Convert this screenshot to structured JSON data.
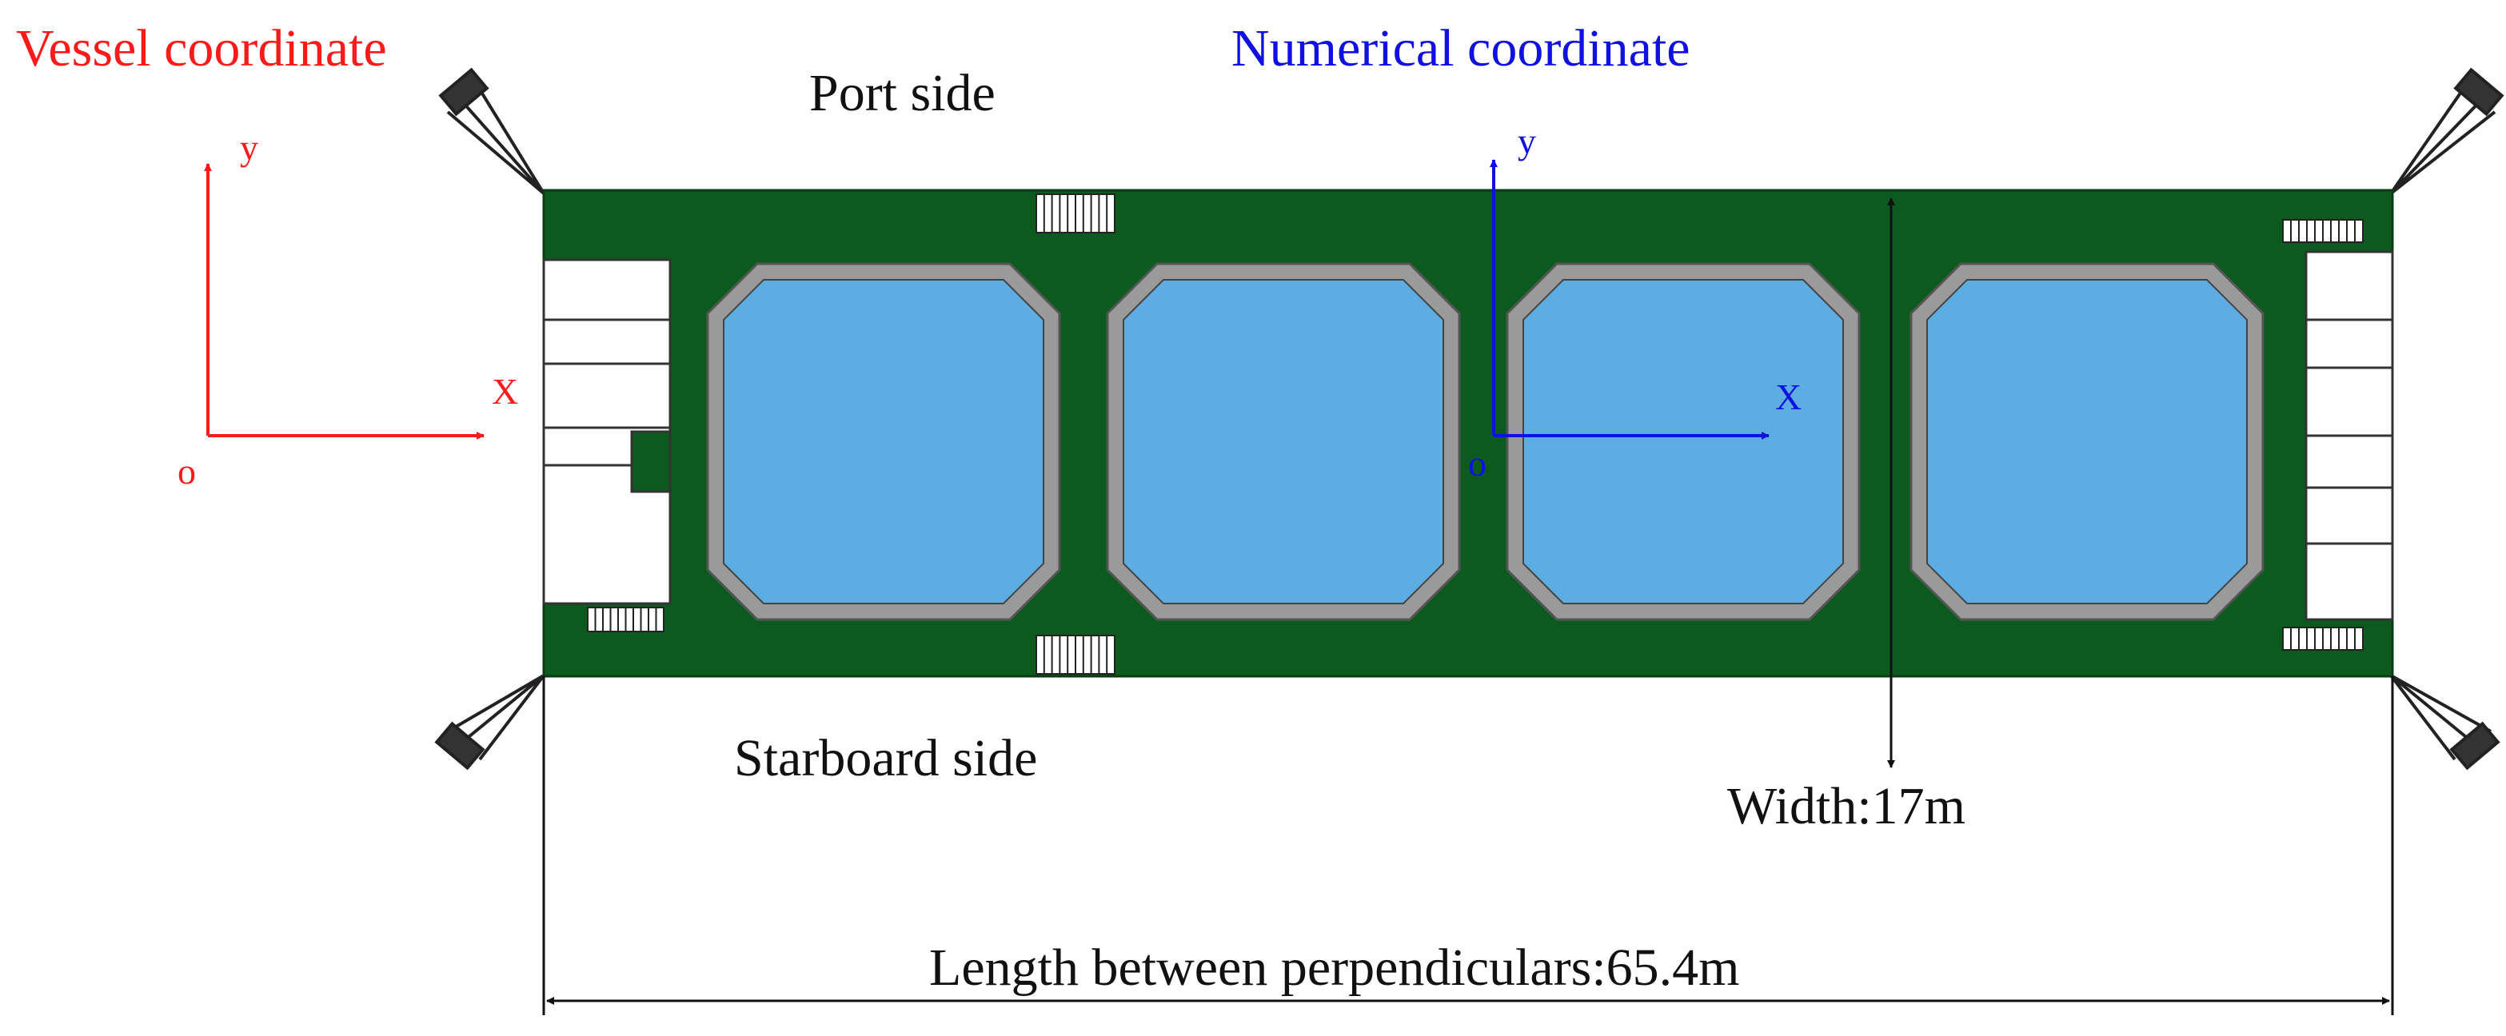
{
  "labels": {
    "vessel_coordinate": "Vessel coordinate",
    "numerical_coordinate": "Numerical coordinate",
    "port_side": "Port side",
    "starboard_side": "Starboard side",
    "width": "Width:17m",
    "length": "Length between perpendiculars:65.4m"
  },
  "vessel_axes": {
    "x": "X",
    "y": "y",
    "origin": "o"
  },
  "numerical_axes": {
    "x": "X",
    "y": "y",
    "origin": "o"
  },
  "colors": {
    "vessel_coordinate": "#ff1a1a",
    "numerical_coordinate": "#1010e0",
    "deck": "#0d5a1e",
    "tank_water": "#5dade2",
    "tank_rim": "#9a9a9a",
    "text": "#111111"
  },
  "icons": {
    "mooring_line": "mooring-line-icon",
    "ladder": "ladder-icon"
  }
}
